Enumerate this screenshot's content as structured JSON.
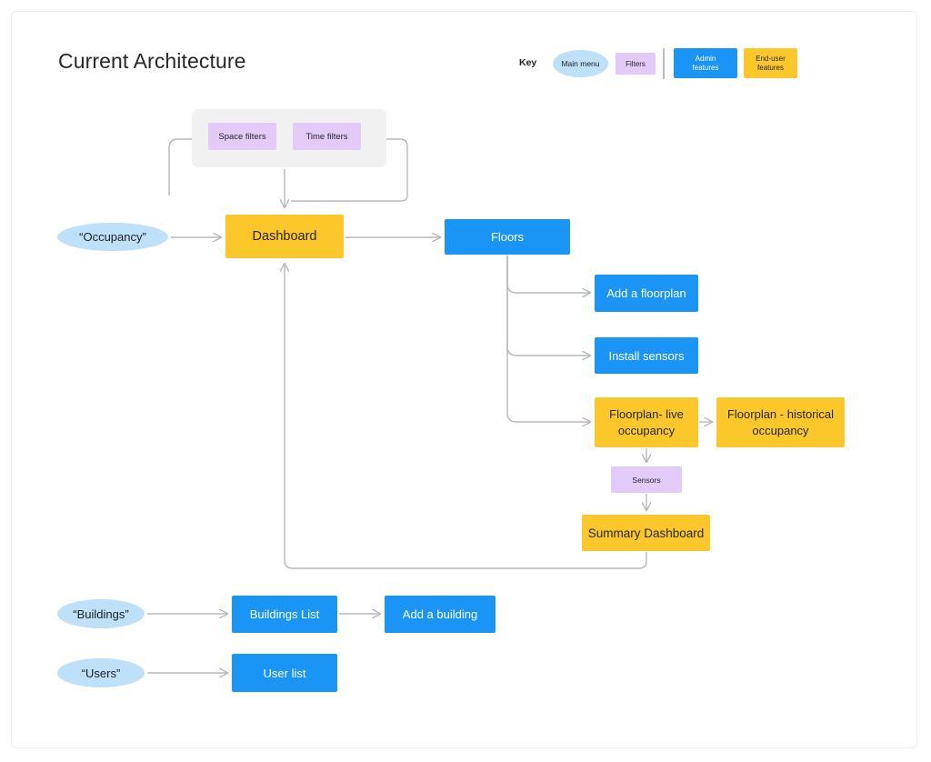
{
  "page": {
    "title": "Current Architecture"
  },
  "legend": {
    "label": "Key",
    "items": [
      {
        "name": "main-menu",
        "label": "Main menu",
        "shape": "ellipse",
        "color": "#bee0f8"
      },
      {
        "name": "filters",
        "label": "Filters",
        "shape": "rect",
        "color": "#e4caf9"
      },
      {
        "name": "admin",
        "label": "Admin features",
        "shape": "rect",
        "color": "#1a94f5"
      },
      {
        "name": "end-user",
        "label": "End-user features",
        "shape": "rect",
        "color": "#fbc72b"
      }
    ],
    "admin_label_line1": "Admin",
    "admin_label_line2": "features",
    "enduser_label_line1": "End-user",
    "enduser_label_line2": "features"
  },
  "filters_group": {
    "space_filters": "Space filters",
    "time_filters": "Time filters"
  },
  "nodes": {
    "occupancy": "“Occupancy”",
    "dashboard": "Dashboard",
    "floors": "Floors",
    "add_floorplan": "Add a floorplan",
    "install_sensors": "Install sensors",
    "floorplan_live_line1": "Floorplan- live",
    "floorplan_live_line2": "occupancy",
    "floorplan_hist_line1": "Floorplan - historical",
    "floorplan_hist_line2": "occupancy",
    "sensors": "Sensors",
    "summary_dashboard": "Summary Dashboard",
    "buildings": "“Buildings”",
    "buildings_list": "Buildings List",
    "add_building": "Add a building",
    "users": "“Users”",
    "user_list": "User list"
  },
  "colors": {
    "end_user": "#fbc72b",
    "admin": "#1a94f5",
    "main_menu": "#bee0f8",
    "filters": "#e4caf9",
    "panel": "#f1f1f2",
    "connector": "#b6b8bb",
    "text_dark": "#26282b",
    "canvas": "#ffffff"
  },
  "connections": [
    {
      "from": "occupancy",
      "to": "dashboard"
    },
    {
      "from": "filters-group",
      "to": "dashboard"
    },
    {
      "from": "dashboard",
      "to": "floors"
    },
    {
      "from": "floors",
      "to": "add-floorplan"
    },
    {
      "from": "floors",
      "to": "install-sensors"
    },
    {
      "from": "floors",
      "to": "floorplan-live-occupancy"
    },
    {
      "from": "floorplan-live-occupancy",
      "to": "floorplan-historical-occupancy"
    },
    {
      "from": "floorplan-live-occupancy",
      "to": "sensors"
    },
    {
      "from": "sensors",
      "to": "summary-dashboard"
    },
    {
      "from": "summary-dashboard",
      "to": "dashboard"
    },
    {
      "from": "buildings",
      "to": "buildings-list"
    },
    {
      "from": "buildings-list",
      "to": "add-building"
    },
    {
      "from": "users",
      "to": "user-list"
    }
  ]
}
